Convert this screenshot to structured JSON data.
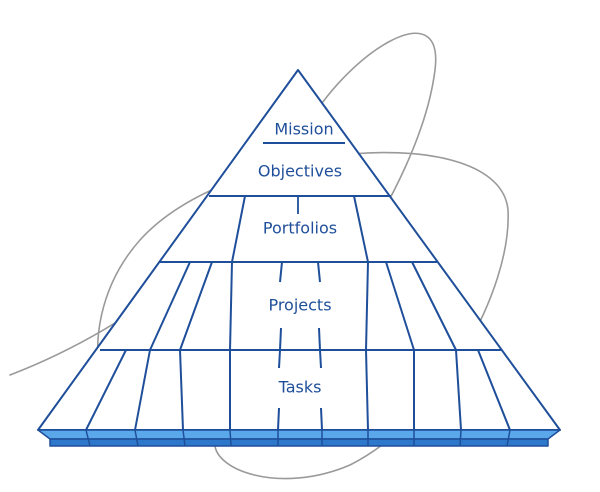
{
  "diagram": {
    "tiers": [
      {
        "id": "mission",
        "label": "Mission"
      },
      {
        "id": "objectives",
        "label": "Objectives"
      },
      {
        "id": "portfolios",
        "label": "Portfolios"
      },
      {
        "id": "projects",
        "label": "Projects"
      },
      {
        "id": "tasks",
        "label": "Tasks"
      }
    ]
  },
  "colors": {
    "stroke": "#1f4f9a",
    "text": "#1f4f9a",
    "base_top": "#5aa7ea",
    "base_front": "#2e78cc",
    "swirl": "#9a9a9a",
    "background": "#ffffff"
  }
}
